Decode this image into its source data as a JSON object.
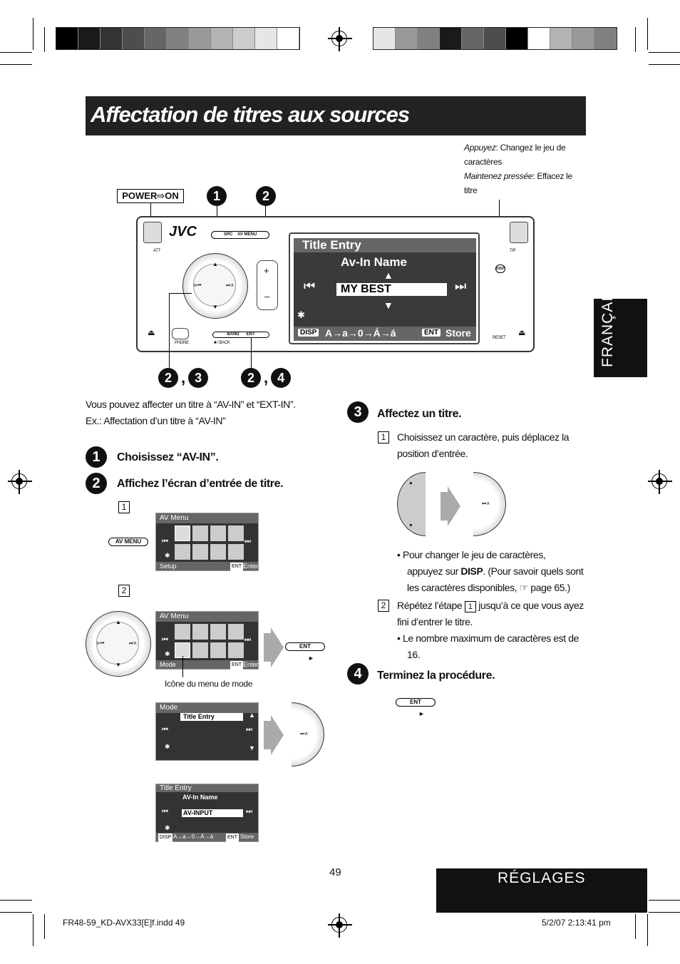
{
  "title": "Affectation de titres aux sources",
  "side_tab": "FRANÇAIS",
  "section_tab": "RÉGLAGES",
  "page_number": "49",
  "footer": {
    "file": "FR48-59_KD-AVX33[E]f.indd   49",
    "date": "5/2/07   2:13:41 pm"
  },
  "callout_top": {
    "press_label": "Appuyez",
    "press_text": ": Changez le jeu de caractères",
    "hold_label": "Maintenez pressée",
    "hold_text": ": Effacez le titre"
  },
  "device": {
    "power_on": "POWER⇨ON",
    "brand": "JVC",
    "btn_src": "SRC",
    "btn_avmenu": "AV MENU",
    "btn_att": "ATT",
    "btn_tp": "T/P",
    "btn_band": "BAND",
    "btn_ent": "ENT",
    "btn_phone": "PHONE",
    "btn_back": "■ / BACK",
    "btn_reset": "RESET",
    "btn_disp": "DISP",
    "screen_title": "Title Entry",
    "screen_sub": "Av-In Name",
    "screen_entry": "MY BEST",
    "screen_disp": "DISP",
    "screen_charset": "A→a→0→Á→á",
    "screen_ent": "ENT",
    "screen_store": "Store",
    "callout_1": "1",
    "callout_2": "2",
    "callout_23": "2, 3",
    "callout_24": "2, 4"
  },
  "intro": {
    "line1": "Vous pouvez affecter un titre à “AV-IN” et “EXT-IN”.",
    "line2": "Ex.: Affectation d’un titre à “AV-IN”"
  },
  "steps": [
    {
      "num": "1",
      "text": "Choisissez “AV-IN”."
    },
    {
      "num": "2",
      "text": "Affichez l’écran d’entrée de titre."
    },
    {
      "num": "3",
      "text": "Affectez un titre."
    },
    {
      "num": "4",
      "text": "Terminez la procédure."
    }
  ],
  "step2": {
    "sub1": "1",
    "sub2": "2",
    "avmenu_label": "AV MENU",
    "screen1": {
      "header": "AV Menu",
      "footer_left": "Setup",
      "footer_ent": "ENT",
      "footer_right": "Enter"
    },
    "screen2": {
      "header": "AV Menu",
      "footer_left": "Mode",
      "footer_ent": "ENT",
      "footer_right": "Enter"
    },
    "mode_icon_caption": "Icône du menu de mode",
    "ent_label": "ENT",
    "screen3": {
      "header": "Mode",
      "item": "Title Entry"
    },
    "screen4": {
      "header": "Title Entry",
      "sub": "AV-In Name",
      "entry": "AV-INPUT",
      "disp": "DISP",
      "charset": "A→a→0→Á→á",
      "ent": "ENT",
      "store": "Store"
    }
  },
  "step3": {
    "sub1_num": "1",
    "sub1_text": "Choisissez un caractère, puis déplacez la position d’entrée.",
    "bullet1_a": "Pour changer le jeu de caractères,",
    "bullet1_b": "appuyez sur ",
    "bullet1_bold": "DISP",
    "bullet1_c": ". (Pour savoir quels sont",
    "bullet1_d": "les caractères disponibles, ☞ page 65.)",
    "sub2_num": "2",
    "sub2_a": "Répétez l’étape ",
    "sub2_ref": "1",
    "sub2_b": " jusqu’à ce que vous ayez",
    "sub2_c": "fini d’entrer le titre.",
    "bullet2_a": "Le nombre maximum de caractères est de",
    "bullet2_b": "16."
  },
  "step4": {
    "ent_label": "ENT"
  },
  "colors": {
    "dark": "#222222",
    "screen": "#333333",
    "grey": "#666666"
  }
}
